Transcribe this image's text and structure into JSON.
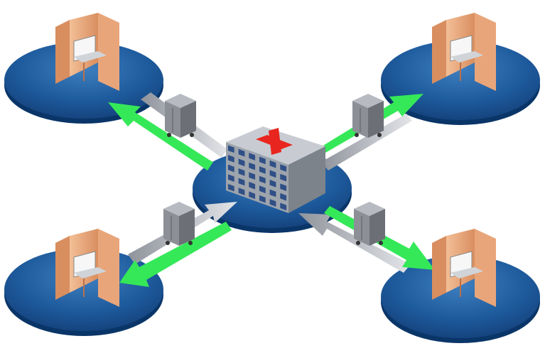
{
  "diagram": {
    "hub": {
      "kind": "hospital-building",
      "symbol": "red-cross-icon"
    },
    "satellites": [
      {
        "id": "top-left",
        "kind": "workstation-cabinet"
      },
      {
        "id": "top-right",
        "kind": "workstation-cabinet"
      },
      {
        "id": "bottom-left",
        "kind": "workstation-cabinet"
      },
      {
        "id": "bottom-right",
        "kind": "workstation-cabinet"
      }
    ],
    "links": [
      {
        "between": [
          "hub",
          "top-left"
        ],
        "outbound_arrow": "green",
        "return_arrow": "gray",
        "cart": "supply-cart"
      },
      {
        "between": [
          "hub",
          "top-right"
        ],
        "outbound_arrow": "green",
        "return_arrow": "gray",
        "cart": "supply-cart"
      },
      {
        "between": [
          "hub",
          "bottom-left"
        ],
        "outbound_arrow": "green",
        "return_arrow": "gray",
        "cart": "supply-cart"
      },
      {
        "between": [
          "hub",
          "bottom-right"
        ],
        "outbound_arrow": "green",
        "return_arrow": "gray",
        "cart": "supply-cart"
      }
    ]
  },
  "colors": {
    "disc_top": "#1d5a9c",
    "disc_edge": "#0a3568",
    "disc_highlight": "#3f7fc0",
    "arrow_green": "#35e858",
    "arrow_gray": "#b8bcc4",
    "cabinet_wood": "#e9a57a",
    "cabinet_dark": "#b9714a",
    "building_gray": "#9ea4ac",
    "building_window": "#2f4f86",
    "cross_red": "#e8261f",
    "cart_gray": "#8c9096"
  }
}
